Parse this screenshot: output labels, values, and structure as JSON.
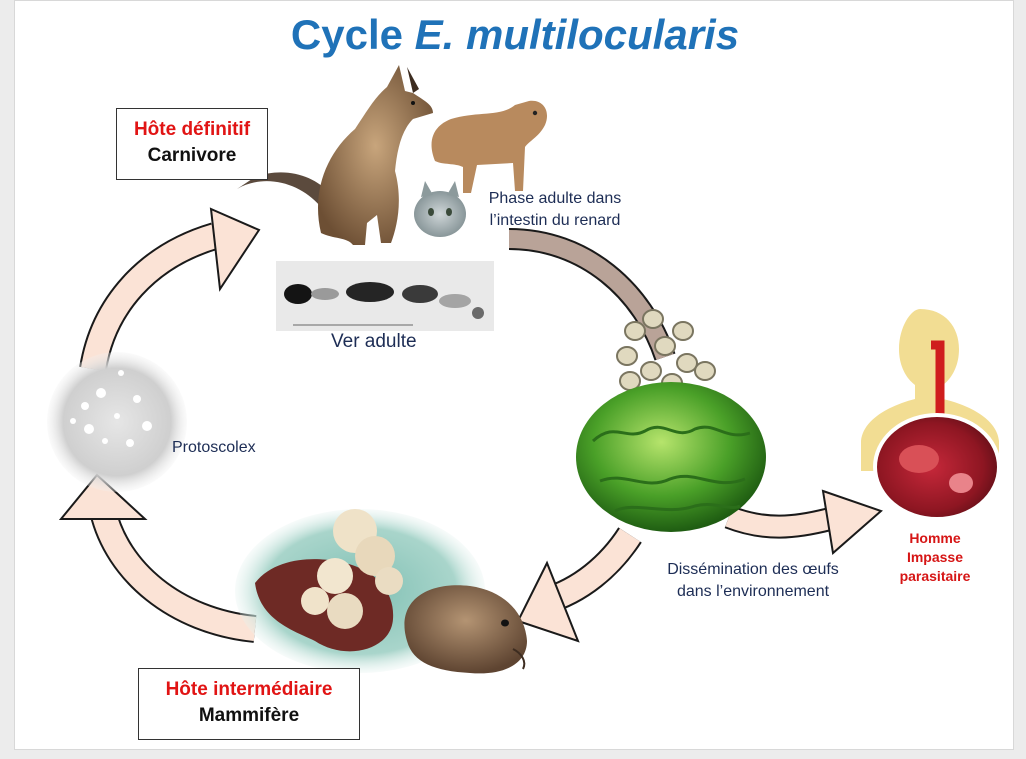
{
  "title": {
    "main": "Cycle",
    "species": "E. multilocularis"
  },
  "definitive_host": {
    "role": "Hôte définitif",
    "type": "Carnivore"
  },
  "intermediate_host": {
    "role": "Hôte intermédiaire",
    "type": "Mammifère"
  },
  "labels": {
    "adult_phase_line1": "Phase adulte dans",
    "adult_phase_line2": "l’intestin du renard",
    "adult_worm": "Ver adulte",
    "protoscolex": "Protoscolex",
    "dissemination_line1": "Dissémination des œufs",
    "dissemination_line2": "dans l’environnement"
  },
  "human": {
    "line1": "Homme",
    "line2": "Impasse",
    "line3": "parasitaire"
  },
  "colors": {
    "title": "#1f72b8",
    "accent_red": "#e11414",
    "arrow_fill": "#fbe3d6",
    "brown_arrow": "#b9a398",
    "label_text": "#1d2d55"
  },
  "icons": [
    "fox",
    "dog",
    "cat",
    "adult-worm-micrograph",
    "eggs",
    "lettuce",
    "protoscolex-micrograph",
    "liver-cyst",
    "vole",
    "human-silhouette",
    "infected-liver"
  ]
}
